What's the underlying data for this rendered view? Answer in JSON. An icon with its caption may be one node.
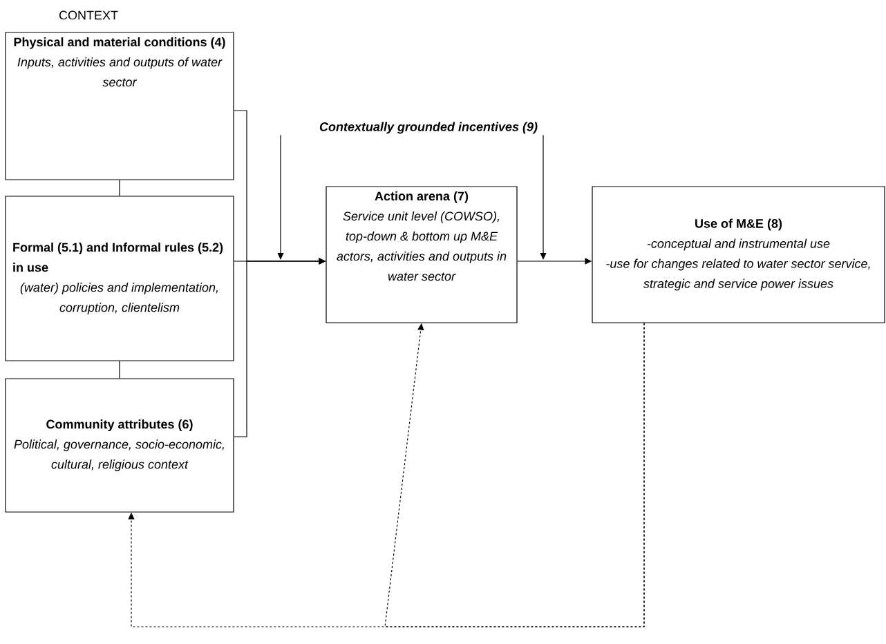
{
  "diagram": {
    "nodes": [
      {
        "text": [
          "Physical and material conditions (4)",
          "Inputs, activities and outputs of water sector"
        ]
      },
      {
        "text": [
          "Formal (5.1) and Informal rules (5.2) in use",
          "(water) policies and implementation, corruption, clientelism"
        ]
      },
      {
        "text": [
          "Community attributes (6)",
          "Political, governance, socio-economic, cultural, religious context"
        ]
      },
      {
        "text": [
          "Action arena (7)",
          "Service unit level (COWSO), top-down & bottom up M&E actors, activities and outputs in water sector"
        ]
      },
      {
        "text": [
          "Use of M&E (8)",
          "-conceptual and instrumental use",
          "-use for changes related to water sector service, strategic and service power issues"
        ]
      },
      {
        "text": [
          "Contextually grounded incentives (9)"
        ]
      }
    ],
    "edges": [
      {
        "from": 0,
        "to": 1,
        "arrow": "none"
      },
      {
        "from": 1,
        "to": 2,
        "arrow": "none"
      },
      {
        "from": 0,
        "to": 3,
        "arrow": "to"
      },
      {
        "from": 1,
        "to": 3,
        "arrow": "to"
      },
      {
        "from": 2,
        "to": 3,
        "arrow": "to"
      },
      {
        "from": 5,
        "to": null,
        "arrow": "to"
      },
      {
        "from": 5,
        "to": null,
        "arrow": "to"
      },
      {
        "from": 3,
        "to": 4,
        "arrow": "to"
      },
      {
        "from": 4,
        "to": 2,
        "arrow": "to",
        "style": "dashed"
      },
      {
        "from": 4,
        "to": 3,
        "arrow": "to",
        "style": "dashed"
      }
    ],
    "labels": [
      "CONTEXT"
    ]
  }
}
